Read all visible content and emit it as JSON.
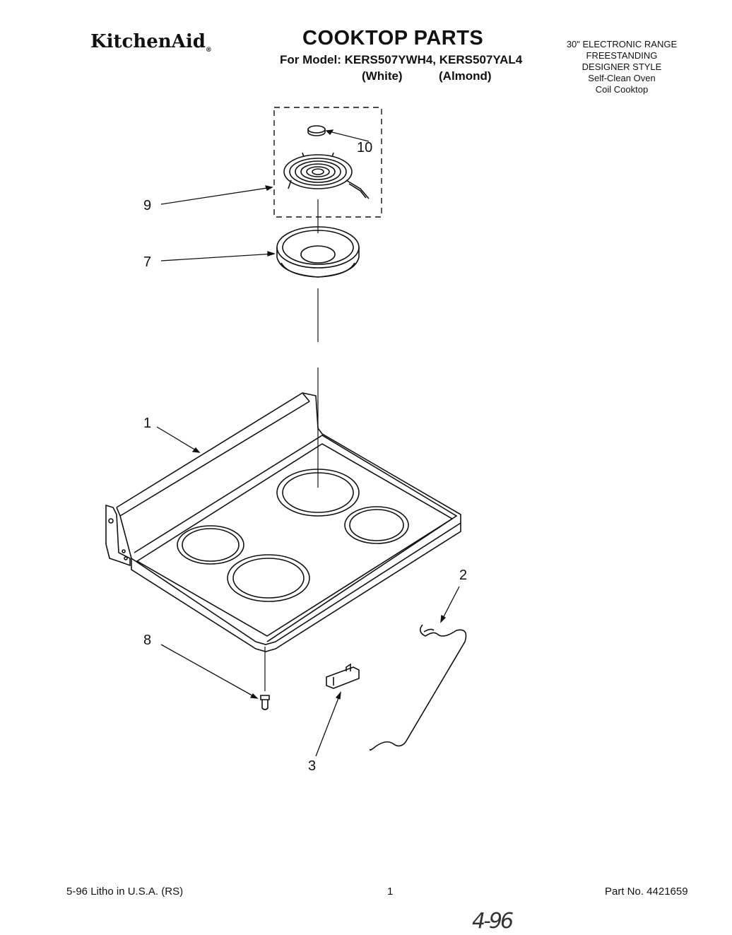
{
  "header": {
    "brand": "KitchenAid",
    "title": "COOKTOP PARTS",
    "model_line": "For Model: KERS507YWH4, KERS507YAL4",
    "color_white": "(White)",
    "color_almond": "(Almond)"
  },
  "spec": [
    "30\" ELECTRONIC RANGE",
    "FREESTANDING",
    "DESIGNER STYLE",
    "Self-Clean Oven",
    "Coil Cooktop"
  ],
  "callouts": {
    "c1": "1",
    "c2": "2",
    "c3": "3",
    "c7": "7",
    "c8": "8",
    "c9": "9",
    "c10": "10"
  },
  "footer": {
    "litho": "5-96 Litho in U.S.A. (RS)",
    "page": "1",
    "part_no": "Part No. 4421659",
    "handwritten": "4-96"
  }
}
